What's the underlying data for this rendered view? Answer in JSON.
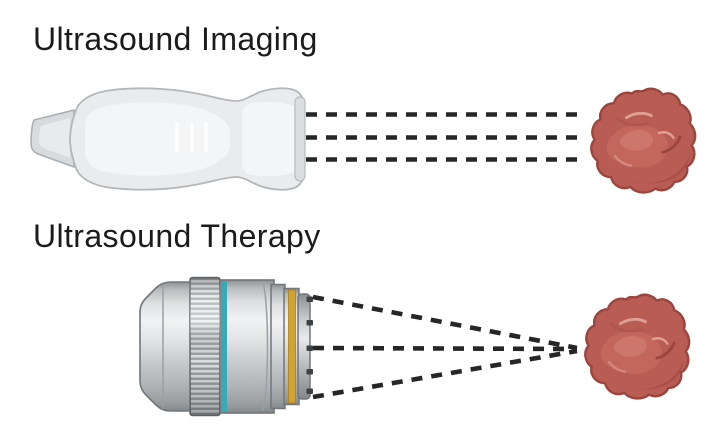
{
  "page": {
    "background": "#ffffff",
    "description_of_pixels": "Two-row schematic comparing ultrasound imaging (probe emitting parallel dashed beams at a tumor) and ultrasound therapy (focused transducer emitting converging dashed beams at a tumor)"
  },
  "colors": {
    "title_text": "#1b1b1b",
    "beam": "#262626",
    "accent_teal": "#38aab6",
    "accent_gold": "#d4a32d",
    "tumor_base": "#b85c54",
    "tumor_outline": "#9c453e",
    "probe_body": "#e9ebec",
    "probe_inner": "#f4f5f6",
    "metal_light": "#f1f2f3",
    "metal_dark": "#8e9295"
  },
  "imaging": {
    "title": "Ultrasound Imaging",
    "device_icon": "ultrasound-probe-icon",
    "beam_icon": "parallel-dashed-beams",
    "target_icon": "tumor-icon"
  },
  "therapy": {
    "title": "Ultrasound Therapy",
    "device_icon": "focused-transducer-icon",
    "beam_icon": "converging-dashed-beams",
    "target_icon": "tumor-icon"
  }
}
